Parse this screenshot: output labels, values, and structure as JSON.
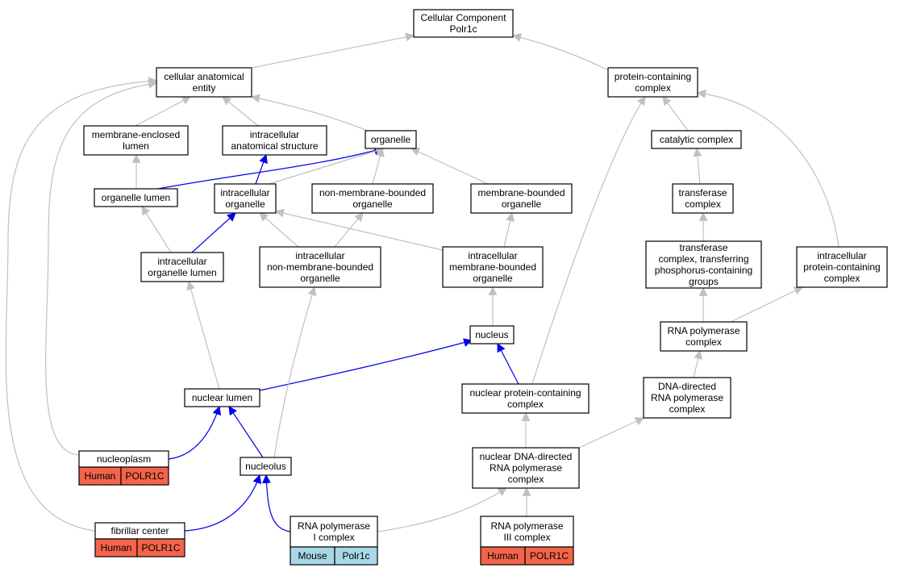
{
  "colors": {
    "edge_gray": "#c0c0c0",
    "edge_blue": "#0000ee",
    "human_tag": "#f4644a",
    "mouse_tag": "#a8d8e6"
  },
  "nodes": {
    "root": [
      "Cellular Component",
      "Polr1c"
    ],
    "cae": [
      "cellular anatomical",
      "entity"
    ],
    "pcc": [
      "protein-containing",
      "complex"
    ],
    "mel": [
      "membrane-enclosed",
      "lumen"
    ],
    "ias": [
      "intracellular",
      "anatomical structure"
    ],
    "org": [
      "organelle"
    ],
    "cat": [
      "catalytic complex"
    ],
    "orgl": [
      "organelle lumen"
    ],
    "iorg": [
      "intracellular",
      "organelle"
    ],
    "nmbo": [
      "non-membrane-bounded",
      "organelle"
    ],
    "mbo": [
      "membrane-bounded",
      "organelle"
    ],
    "trc": [
      "transferase",
      "complex"
    ],
    "iol": [
      "intracellular",
      "organelle lumen"
    ],
    "inmbo": [
      "intracellular",
      "non-membrane-bounded",
      "organelle"
    ],
    "imbo": [
      "intracellular",
      "membrane-bounded",
      "organelle"
    ],
    "tpc": [
      "transferase",
      "complex, transferring",
      "phosphorus-containing",
      "groups"
    ],
    "ipcc": [
      "intracellular",
      "protein-containing",
      "complex"
    ],
    "nuc": [
      "nucleus"
    ],
    "rnap": [
      "RNA polymerase",
      "complex"
    ],
    "nlum": [
      "nuclear lumen"
    ],
    "npcc": [
      "nuclear protein-containing",
      "complex"
    ],
    "ddrp": [
      "DNA-directed",
      "RNA polymerase",
      "complex"
    ],
    "nplasm": [
      "nucleoplasm"
    ],
    "nlolus": [
      "nucleolus"
    ],
    "nddrp": [
      "nuclear DNA-directed",
      "RNA polymerase",
      "complex"
    ],
    "fib": [
      "fibrillar center"
    ],
    "rp1": [
      "RNA polymerase",
      "I complex"
    ],
    "rp3": [
      "RNA polymerase",
      "III complex"
    ]
  },
  "tags": {
    "nplasm": [
      "Human",
      "POLR1C"
    ],
    "fib": [
      "Human",
      "POLR1C"
    ],
    "rp1": [
      "Mouse",
      "Polr1c"
    ],
    "rp3": [
      "Human",
      "POLR1C"
    ]
  }
}
